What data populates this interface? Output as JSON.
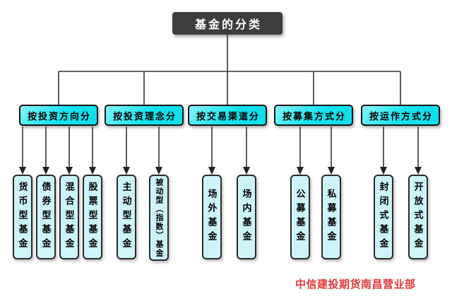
{
  "root": {
    "title": "基金的分类"
  },
  "groups": [
    {
      "label": "按投资方向分",
      "children": [
        "货币型基金",
        "债券型基金",
        "混合型基金",
        "股票型基金"
      ]
    },
    {
      "label": "按投资理念分",
      "children": [
        "主动型基金",
        "被动型（指数）基金"
      ]
    },
    {
      "label": "按交易渠道分",
      "children": [
        "场外基金",
        "场内基金"
      ]
    },
    {
      "label": "按募集方式分",
      "children": [
        "公募基金",
        "私募基金"
      ]
    },
    {
      "label": "按运作方式分",
      "children": [
        "封闭式基金",
        "开放式基金"
      ]
    }
  ],
  "watermark": "中信建投期货南昌营业部",
  "colors": {
    "root_fill": "#3d3d3d",
    "root_text": "#ffffff",
    "category_fill": "#10e2ee",
    "leaf_fill": "#cdf4f8",
    "border": "#141414",
    "line": "#333333",
    "watermark_text": "#e23a3a",
    "background": "#ffffff"
  }
}
